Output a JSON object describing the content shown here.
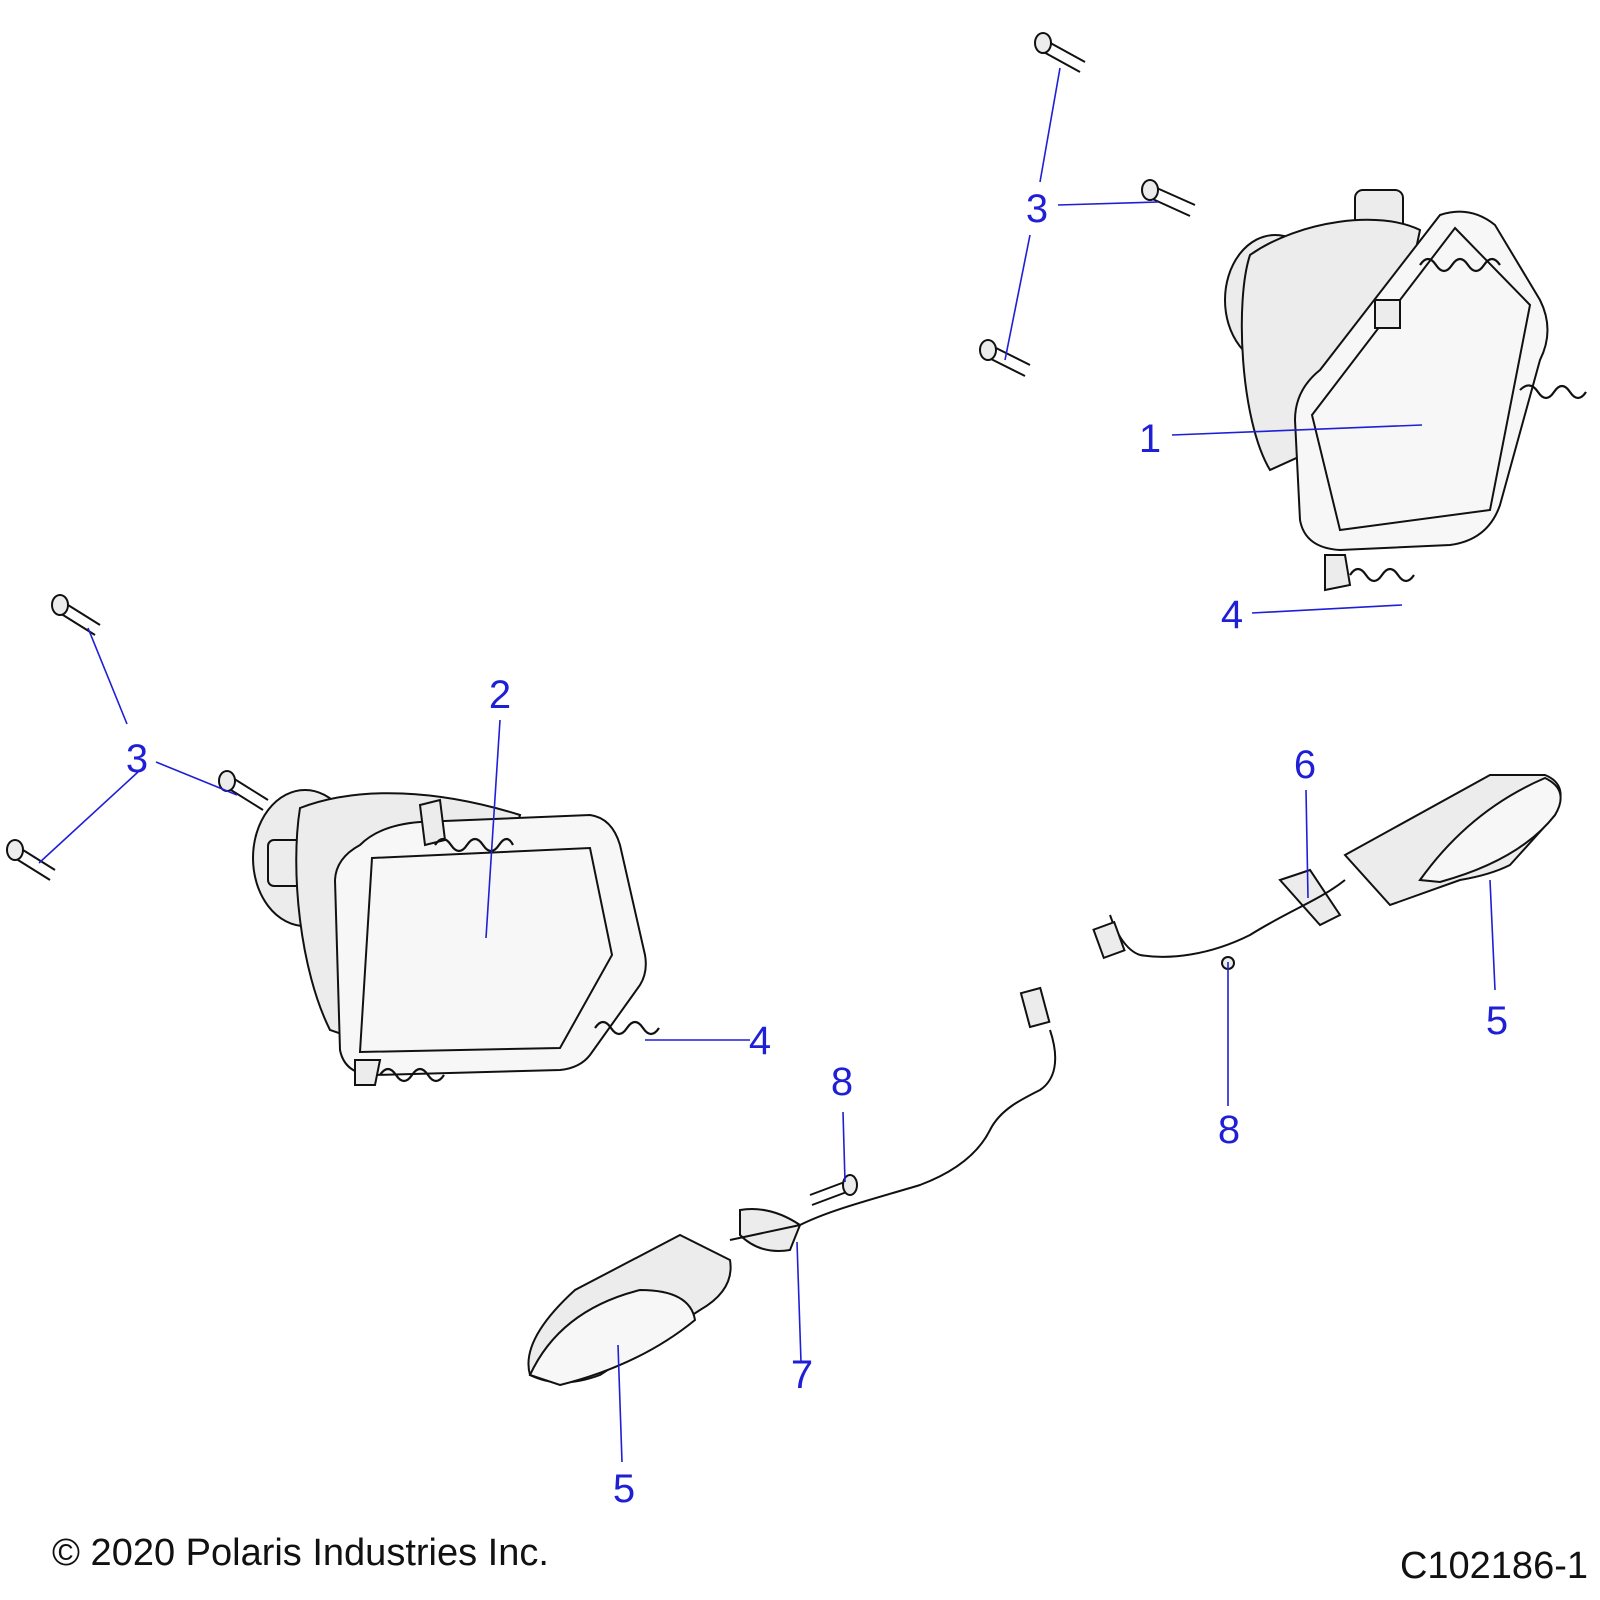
{
  "callouts": {
    "c1": "1",
    "c2": "2",
    "c3a": "3",
    "c3b": "3",
    "c4a": "4",
    "c4b": "4",
    "c5a": "5",
    "c5b": "5",
    "c6": "6",
    "c7": "7",
    "c8a": "8",
    "c8b": "8"
  },
  "footer": {
    "copyright": "© 2020 Polaris Industries Inc.",
    "drawing_id": "C102186-1"
  },
  "colors": {
    "callout": "#1f1fd6",
    "line_art": "#111111"
  }
}
